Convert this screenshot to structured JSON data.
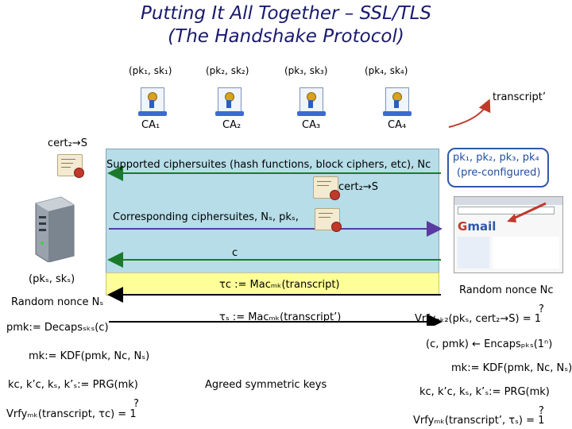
{
  "title": {
    "line1": "Putting It All Together – SSL/TLS",
    "line2": "(The Handshake Protocol)"
  },
  "ca_keys": [
    "(pk₁, sk₁)",
    "(pk₂, sk₂)",
    "(pk₃, sk₃)",
    "(pk₄, sk₄)"
  ],
  "ca_labels": [
    "CA₁",
    "CA₂",
    "CA₃",
    "CA₄"
  ],
  "transcript_prime": "transcript’",
  "server_cert_label": "cert₂→S",
  "messages": {
    "m1": "Supported ciphersuites (hash functions, block ciphers, etc), Nᴄ",
    "m1_cert": "cert₂→S",
    "m2": "Corresponding ciphersuites,  Nₛ, pkₛ,",
    "m3": "c",
    "m4": "τᴄ := Macₘₖ(transcript)",
    "m5": "τₛ := Macₘₖ(transcript’)",
    "agreed": "Agreed symmetric keys"
  },
  "client_bubble": {
    "line1": "pk₁, pk₂, pk₃, pk₄",
    "line2": "(pre-configured)"
  },
  "server_side": {
    "keys": "(pkₛ, skₛ)",
    "nonce": "Random nonce Nₛ",
    "pmk": "pmk:= Decapsₛₖₛ(c)",
    "mk": "mk:= KDF(pmk, Nᴄ, Nₛ)",
    "keys_derived": "kᴄ, k’ᴄ, kₛ, k’ₛ:= PRG(mk)",
    "verify": "Vrfyₘₖ(transcript, τᴄ)  =  1"
  },
  "client_side": {
    "nonce": "Random nonce Nᴄ",
    "vrfy": "Vrfyₚₖ₂(pkₛ, cert₂→S)   =   1",
    "encaps": "(c, pmk)  ← Encapsₚₖₛ(1ⁿ)",
    "mk": "mk:= KDF(pmk, Nᴄ, Nₛ)",
    "keys_derived": "kᴄ, k’ᴄ, kₛ, k’ₛ:= PRG(mk)",
    "verify": "Vrfyₘₖ(transcript’, τₛ)  =  1"
  },
  "qmark": "?",
  "colors": {
    "title": "#1a1a6e",
    "panel": "#b6dde8",
    "yellow": "#ffff99",
    "green_arrow": "#1a7a2a",
    "purple_arrow": "#5a3aa0",
    "bubble": "#2f58a8"
  }
}
